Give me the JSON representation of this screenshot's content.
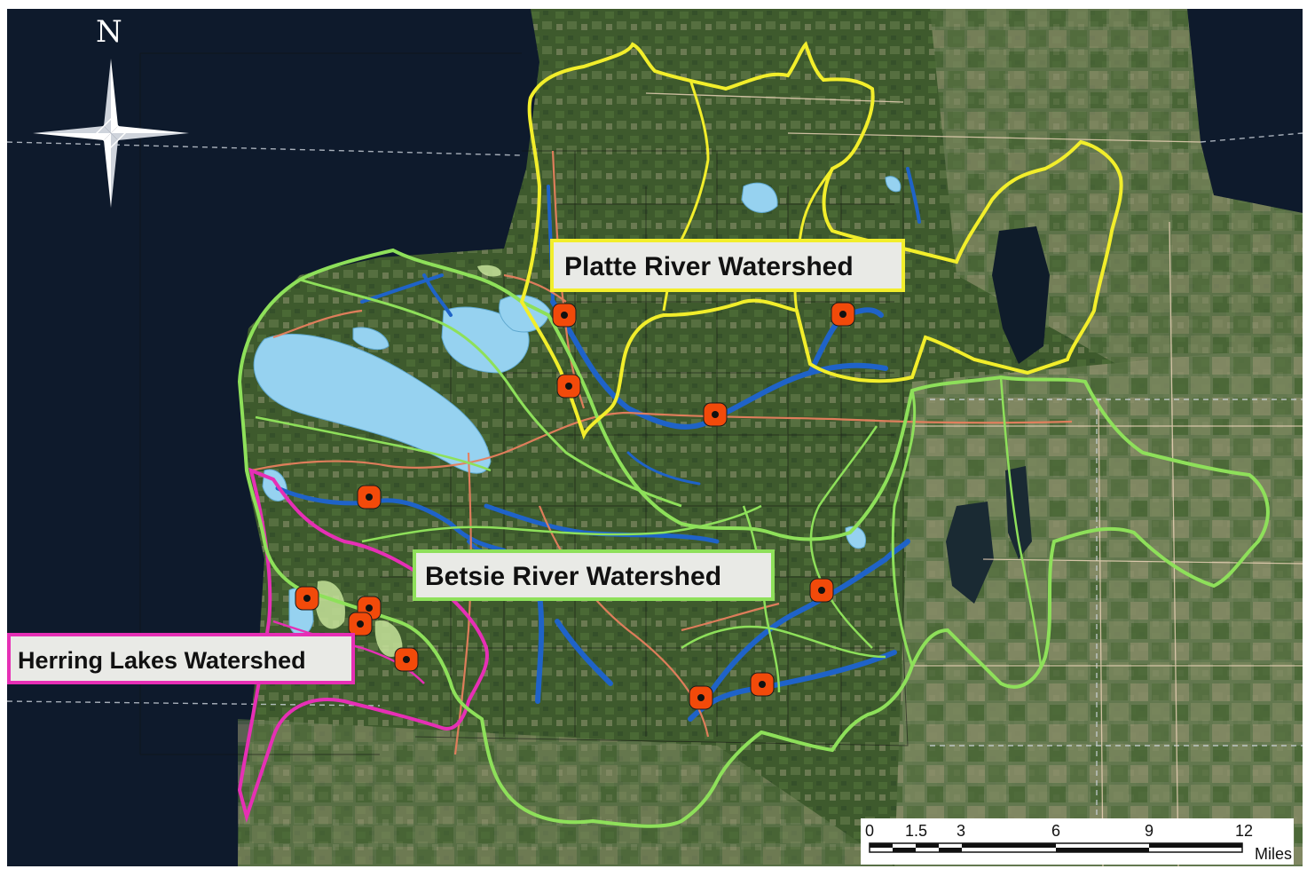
{
  "map": {
    "labels": {
      "platte": "Platte River Watershed",
      "betsie": "Betsie River Watershed",
      "herring": "Herring Lakes Watershed"
    },
    "north_arrow": "N",
    "top_cut_text": "",
    "scale_bar": {
      "ticks": [
        "0",
        "1.5",
        "3",
        "6",
        "9",
        "12"
      ],
      "units": "Miles"
    },
    "colors": {
      "platte_boundary": "#f2ee2b",
      "betsie_boundary": "#8ee05a",
      "herring_boundary": "#e62fb5",
      "sites": "#f24a0a",
      "lake_water": "#96d2f0",
      "streams": "#1f63c8",
      "roads": "#e77f5e",
      "water_bay": "#0d1a2e"
    },
    "icons": [
      "north-arrow-icon",
      "sample-site-icon"
    ]
  }
}
